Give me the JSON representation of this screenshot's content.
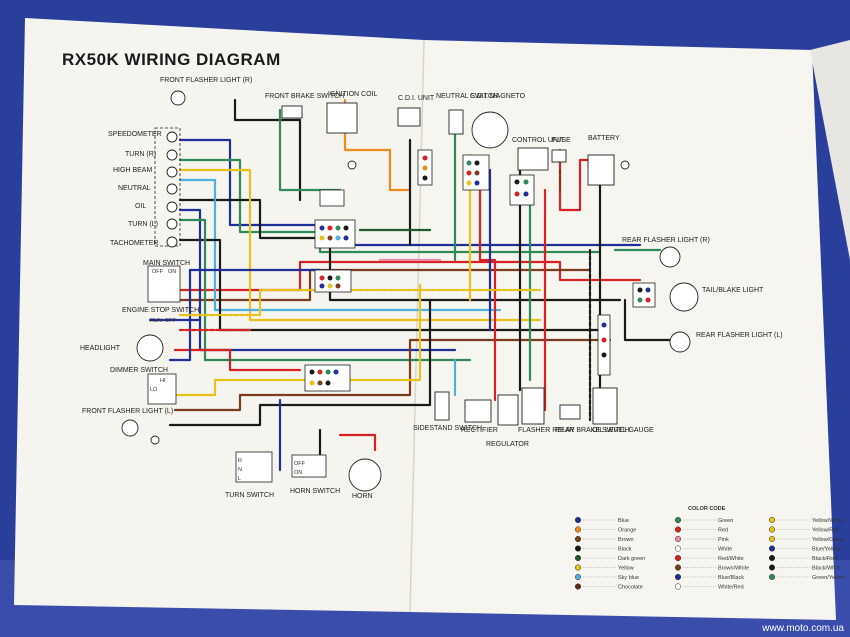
{
  "title": "RX50K WIRING DIAGRAM",
  "left_labels": {
    "front_flasher_r": "FRONT FLASHER LIGHT (R)",
    "speedometer": "SPEEDOMETER",
    "turn_r": "TURN (R)",
    "high_beam": "HIGH BEAM",
    "neutral": "NEUTRAL",
    "oil": "OIL",
    "turn_l": "TURN (L)",
    "tachometer": "TACHOMETER",
    "main_switch": "MAIN SWITCH",
    "engine_stop": "ENGINE STOP SWITCH",
    "headlight": "HEADLIGHT",
    "dimmer": "DIMMER SWITCH",
    "front_flasher_l": "FRONT FLASHER LIGHT (L)"
  },
  "top_labels": {
    "front_brake_switch": "FRONT BRAKE SWITCH",
    "ignition_coil": "IGNITION COIL",
    "cdi_unit": "C.D.I. UNIT",
    "neutral_switch": "NEUTRAL SWITCH",
    "cdi_magneto": "C.D.I. MAGNETO",
    "control_unit": "CONTROL UNIT",
    "fuse": "FUSE",
    "battery": "BATTERY"
  },
  "right_labels": {
    "rear_flasher_r": "REAR FLASHER LIGHT (R)",
    "tail_brake": "TAIL/BLAKE LIGHT",
    "rear_flasher_l": "REAR FLASHER LIGHT (L)"
  },
  "bottom_labels": {
    "turn_switch": "TURN SWITCH",
    "horn_switch": "HORN SWITCH",
    "horn": "HORN",
    "sidestand_switch": "SIDESTAND SWITCH",
    "rectifier": "RECTIFIER",
    "regulator": "REGULATOR",
    "flasher_relay": "FLASHER RELAY",
    "rear_brake_switch": "REAR BRAKE SWITCH",
    "oil_level_gauge": "OIL LEVEL GAUGE"
  },
  "switch_table": {
    "main": [
      "OFF",
      "ON"
    ],
    "engine_stop": [
      "RUN",
      "OFF"
    ],
    "dimmer": [
      "HI",
      "LO"
    ],
    "turn": [
      "R",
      "N",
      "L"
    ],
    "horn": [
      "OFF",
      "ON"
    ]
  },
  "color_code": {
    "title": "COLOR CODE",
    "col1": [
      "Blue",
      "Orange",
      "Brown",
      "Black",
      "Dark green",
      "Yellow",
      "Sky blue",
      "Chocolate"
    ],
    "col2": [
      "Green",
      "Red",
      "Pink",
      "White",
      "Red/White",
      "Brown/White",
      "Blue/Black",
      "White/Red"
    ],
    "col3": [
      "Yellow/White",
      "Yellow/Red",
      "Yellow/Green",
      "Blue/Yellow",
      "Black/Red",
      "Black/White",
      "Green/Yellow",
      ""
    ]
  },
  "watermark": "www.moto.com.ua",
  "colors": {
    "background": "#2a3f9c",
    "paper": "#f7f5ef",
    "blue": "#1f2f9a",
    "green": "#2e8b57",
    "red": "#d62222",
    "brown": "#7a3b1e",
    "yellow": "#e6c21a",
    "black": "#1a1a1a",
    "orange": "#f08a1c",
    "skyblue": "#4fb0e0",
    "pink": "#e88aa8",
    "darkgreen": "#1f5a2a"
  }
}
